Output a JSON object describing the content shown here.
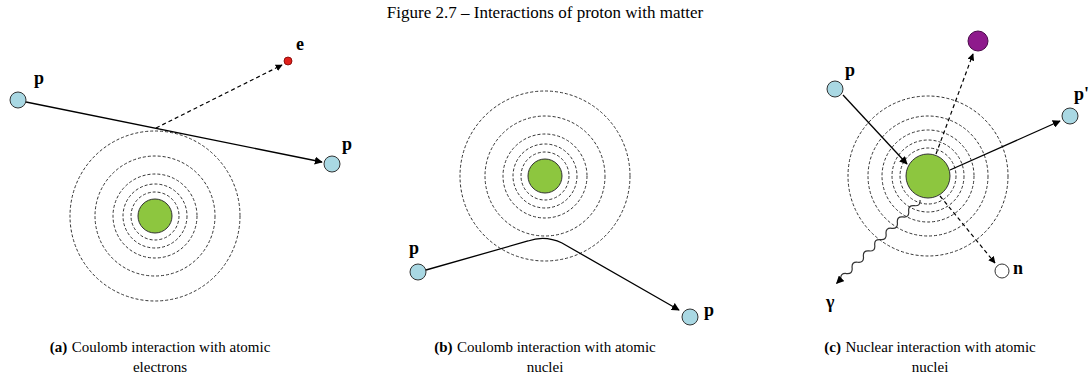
{
  "diagram": {
    "title": "Figure 2.7 – Interactions of proton with matter",
    "labels": [
      "p",
      "e",
      "p",
      "p",
      "p",
      "p",
      "p'",
      "n",
      "γ",
      "(a)",
      "Coulomb interaction with atomic electrons",
      "(b)",
      "Coulomb interaction with atomic nuclei",
      "(c)",
      "Nuclear interaction with atomic nuclei"
    ]
  }
}
